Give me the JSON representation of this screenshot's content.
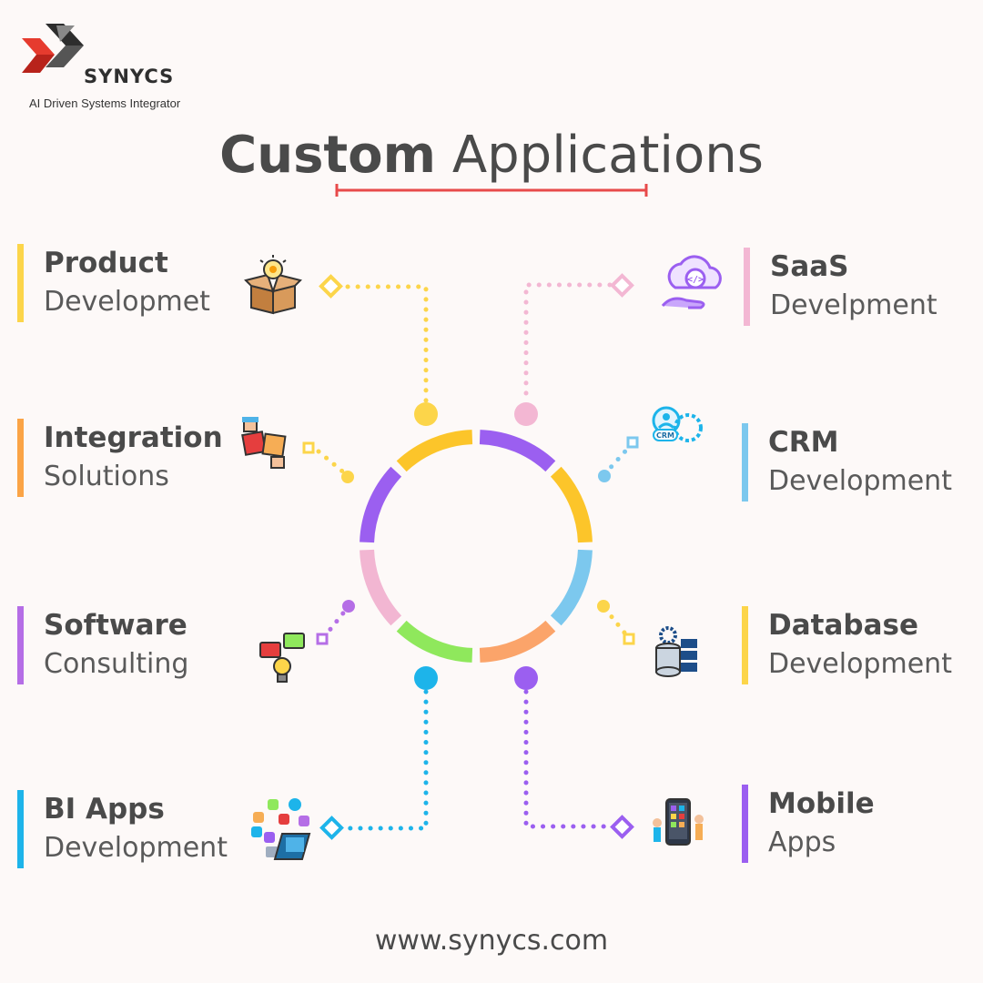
{
  "brand": {
    "name": "SYNYCS",
    "tagline": "AI Driven Systems Integrator"
  },
  "title": {
    "bold": "Custom",
    "light": "Applications"
  },
  "colors": {
    "purple": "#9b5ff0",
    "yellow": "#fcc52a",
    "pink": "#f2b6d2",
    "blue": "#7cc8ee",
    "orange": "#fba46a",
    "green": "#8fe85c",
    "cyan": "#1db4ea",
    "red": "#e84a4a"
  },
  "services": [
    {
      "line1": "Product",
      "line2": "Developmet",
      "icon": "lightbulb-box-icon"
    },
    {
      "line1": "SaaS",
      "line2": "Develpment",
      "icon": "cloud-code-icon"
    },
    {
      "line1": "Integration",
      "line2": "Solutions",
      "icon": "puzzle-hands-icon"
    },
    {
      "line1": "CRM",
      "line2": "Development",
      "icon": "crm-gear-icon"
    },
    {
      "line1": "Software",
      "line2": "Consulting",
      "icon": "chat-bulb-icon"
    },
    {
      "line1": "Database",
      "line2": "Development",
      "icon": "database-server-icon"
    },
    {
      "line1": "BI Apps",
      "line2": "Development",
      "icon": "app-tiles-icon"
    },
    {
      "line1": "Mobile",
      "line2": "Apps",
      "icon": "mobile-app-icon"
    }
  ],
  "footer": {
    "url": "www.synycs.com"
  }
}
